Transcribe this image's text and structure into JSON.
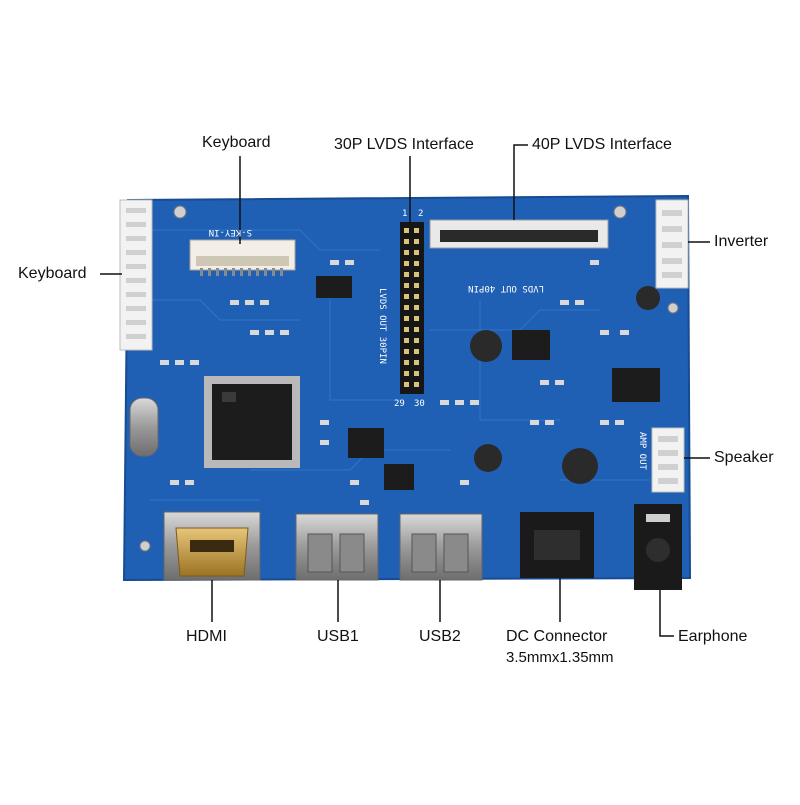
{
  "labels": {
    "keyboard_top": "Keyboard",
    "keyboard_left": "Keyboard",
    "lvds30": "30P LVDS Interface",
    "lvds40": "40P LVDS Interface",
    "inverter": "Inverter",
    "speaker": "Speaker",
    "hdmi": "HDMI",
    "usb1": "USB1",
    "usb2": "USB2",
    "dc_connector": "DC Connector",
    "dc_size": "3.5mmx1.35mm",
    "earphone": "Earphone"
  },
  "silkscreen": {
    "key_in": "S-KEY-IN",
    "lvds_out_30": "LVDS OUT 30PIN",
    "lvds_out_40": "LVDS OUT 40PIN",
    "amp_out": "AMP OUT",
    "pin_1": "1",
    "pin_2": "2",
    "pin_29": "29",
    "pin_30": "30"
  },
  "colors": {
    "board": "#1f5fb4",
    "board_dark": "#164a90",
    "trace": "#2c70c8",
    "chip": "#1c1c1c",
    "metal": "#a9a9a9",
    "connector_white": "#f2f2f2",
    "gold": "#c9a24a"
  }
}
